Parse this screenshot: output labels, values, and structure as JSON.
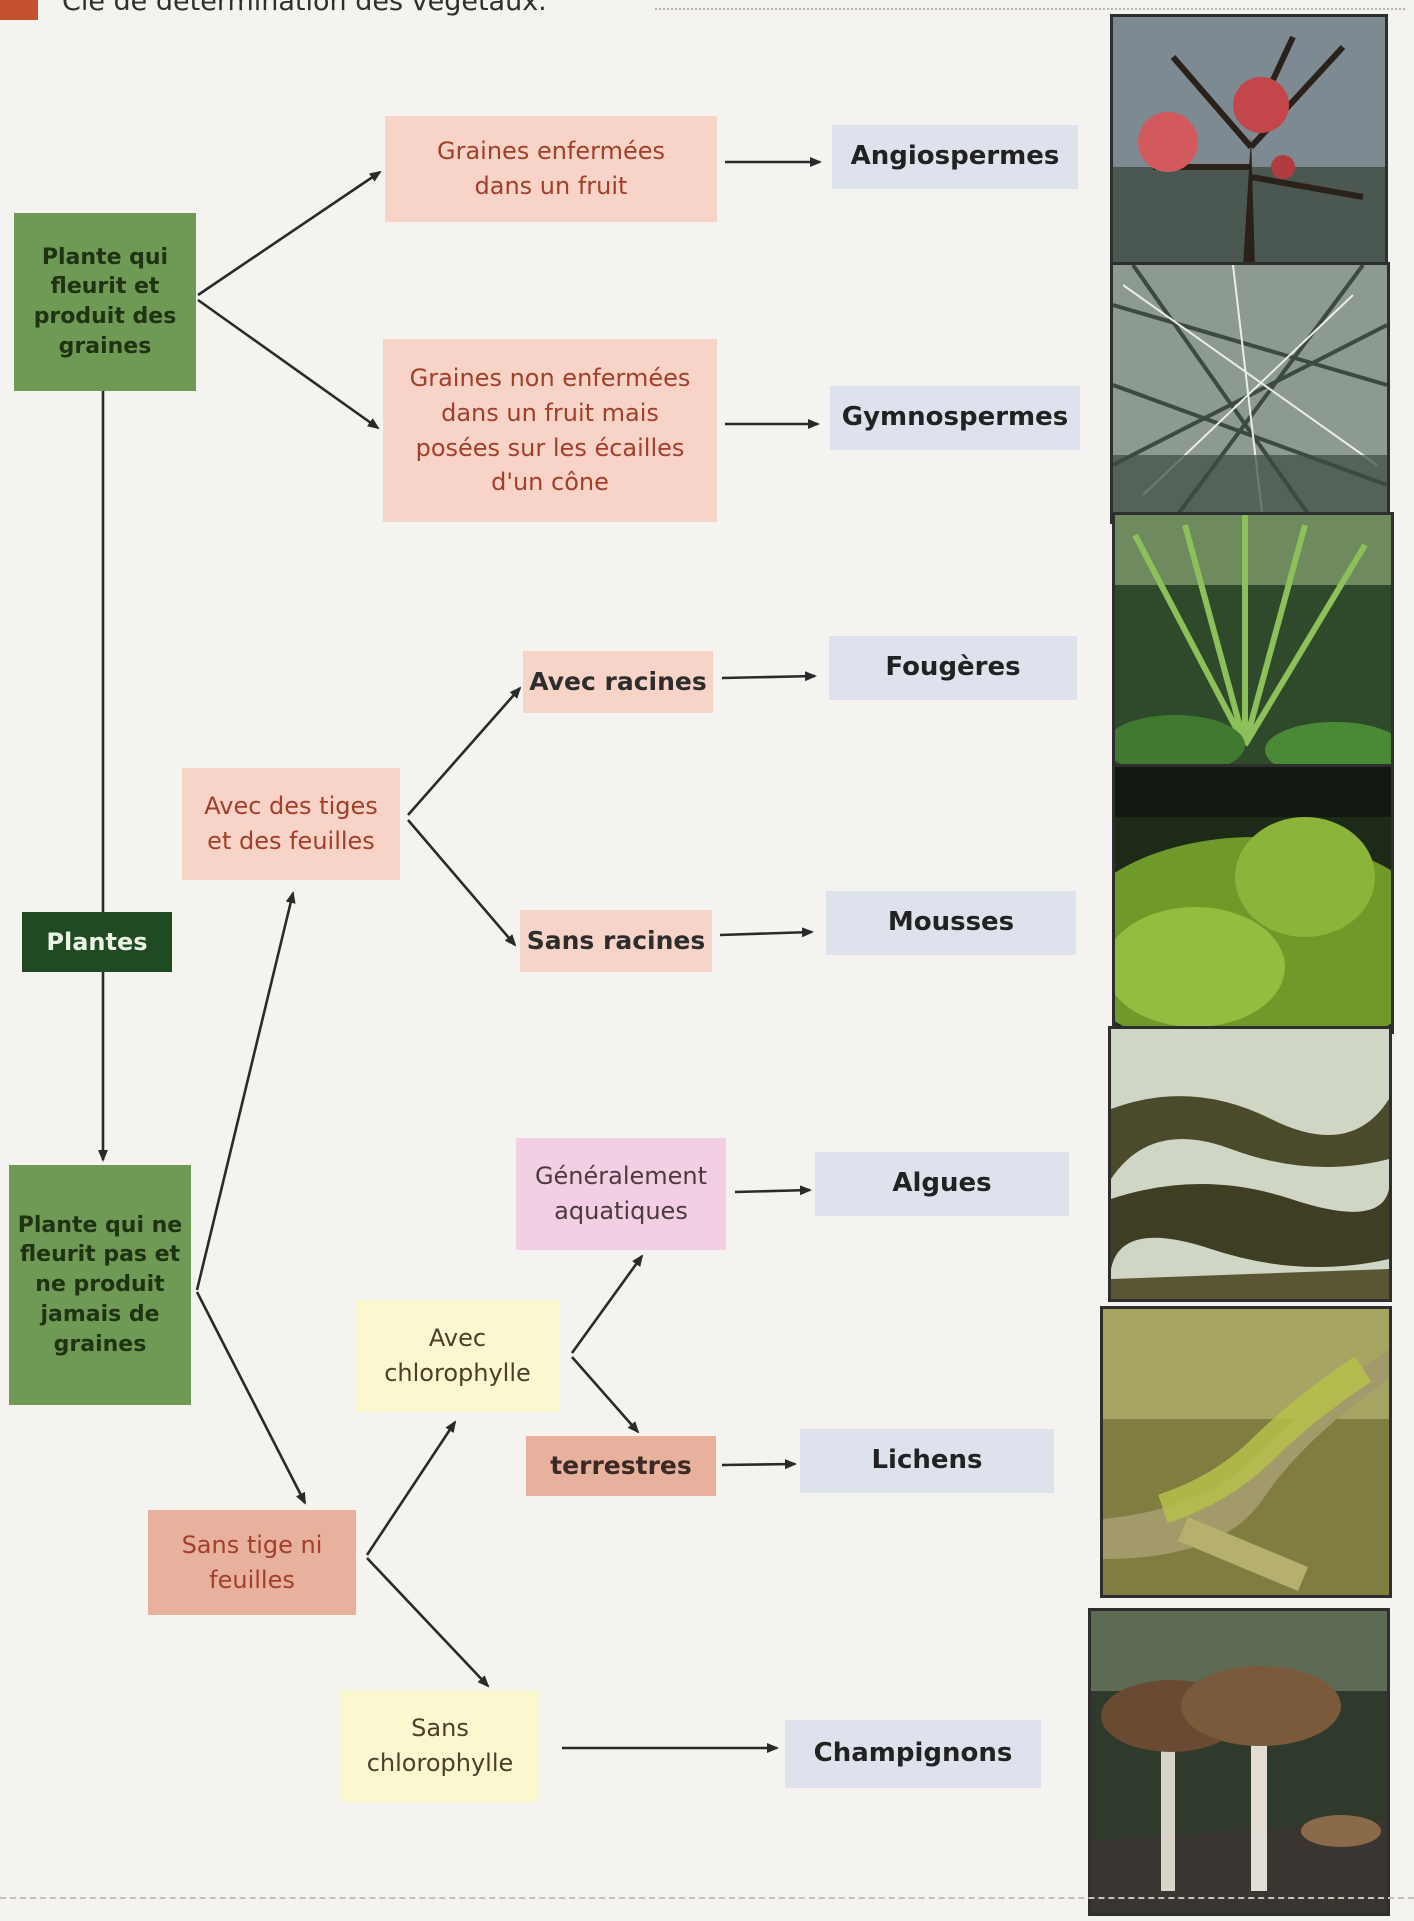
{
  "header": {
    "title": "Clé de détermination des végétaux."
  },
  "nodes": {
    "root": "Plantes",
    "flowering": "Plante qui fleurit et produit des graines",
    "non_flowering": "Plante qui ne fleurit pas et ne produit jamais de graines",
    "seeds_in_fruit": "Graines enfermées dans un fruit",
    "seeds_not_in_fruit": "Graines non enfermées dans un fruit mais posées sur les écailles d'un cône",
    "stems_leaves": "Avec des tiges et des feuilles",
    "no_stem_leaves": "Sans tige ni feuilles",
    "with_roots": "Avec racines",
    "without_roots": "Sans racines",
    "with_chlorophyll": "Avec chlorophylle",
    "without_chlorophyll": "Sans chlorophylle",
    "aquatic": "Généralement aquatiques",
    "terrestrial": "terrestres"
  },
  "groups": {
    "angiospermes": "Angiospermes",
    "gymnospermes": "Gymnospermes",
    "fougeres": "Fougères",
    "mousses": "Mousses",
    "algues": "Algues",
    "lichens": "Lichens",
    "champignons": "Champignons"
  },
  "colors": {
    "green_node": "#6f9a56",
    "root_node": "#1f4a22",
    "condition_text": "#a23f28",
    "group_box": "#dde2ec",
    "arrow": "#2a2a2a"
  }
}
